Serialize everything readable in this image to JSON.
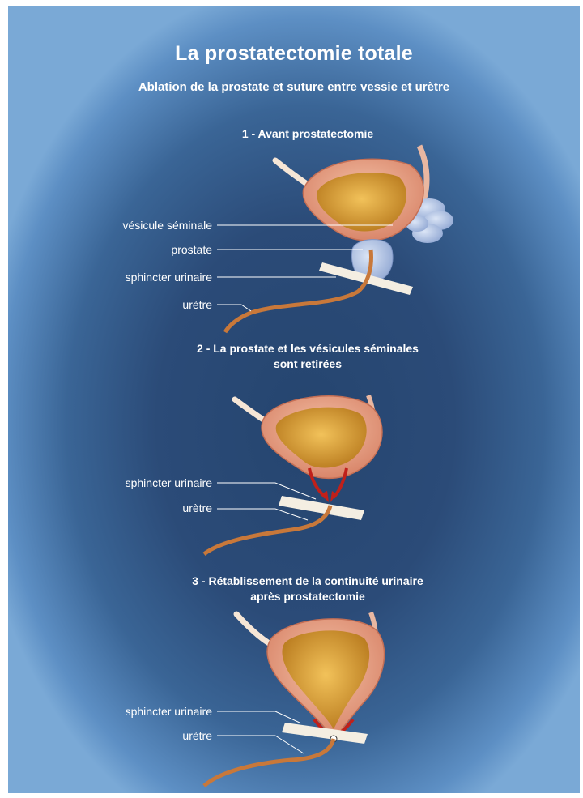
{
  "title": "La prostatectomie totale",
  "subtitle": "Ablation de la prostate et suture entre vessie et urètre",
  "panels": [
    {
      "heading_lines": [
        "1 - Avant prostatectomie"
      ],
      "labels": [
        "vésicule séminale",
        "prostate",
        "sphincter urinaire",
        "urètre"
      ]
    },
    {
      "heading_lines": [
        "2 - La prostate et les vésicules séminales",
        "sont retirées"
      ],
      "labels": [
        "sphincter urinaire",
        "urètre"
      ]
    },
    {
      "heading_lines": [
        "3 - Rétablissement de la continuité urinaire",
        "après prostatectomie"
      ],
      "labels": [
        "sphincter urinaire",
        "urètre"
      ]
    }
  ],
  "colors": {
    "background_dark": "#25456f",
    "background_light": "#7aa9d6",
    "bladder_wall": "#e8a48c",
    "bladder_lumen": "#d49a2a",
    "prostate": "#b8c8e8",
    "urethra": "#c8783a",
    "sphincter": "#f4eee2",
    "arrow": "#c0201a"
  }
}
